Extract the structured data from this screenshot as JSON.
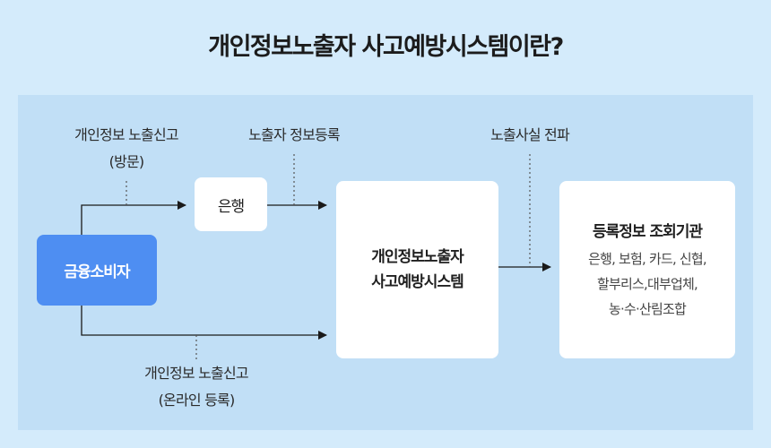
{
  "title": "개인정보노출자 사고예방시스템이란?",
  "labels": {
    "visit_line1": "개인정보 노출신고",
    "visit_line2": "(방문)",
    "bank_register": "노출자 정보등록",
    "spread": "노출사실 전파",
    "online_line1": "개인정보 노출신고",
    "online_line2": "(온라인 등록)"
  },
  "nodes": {
    "consumer": "금융소비자",
    "bank": "은행",
    "system_line1": "개인정보노출자",
    "system_line2": "사고예방시스템",
    "org_title": "등록정보 조회기관",
    "org_line1": "은행, 보험, 카드, 신협,",
    "org_line2": "할부리스,대부업체,",
    "org_line3": "농·수·산림조합"
  }
}
